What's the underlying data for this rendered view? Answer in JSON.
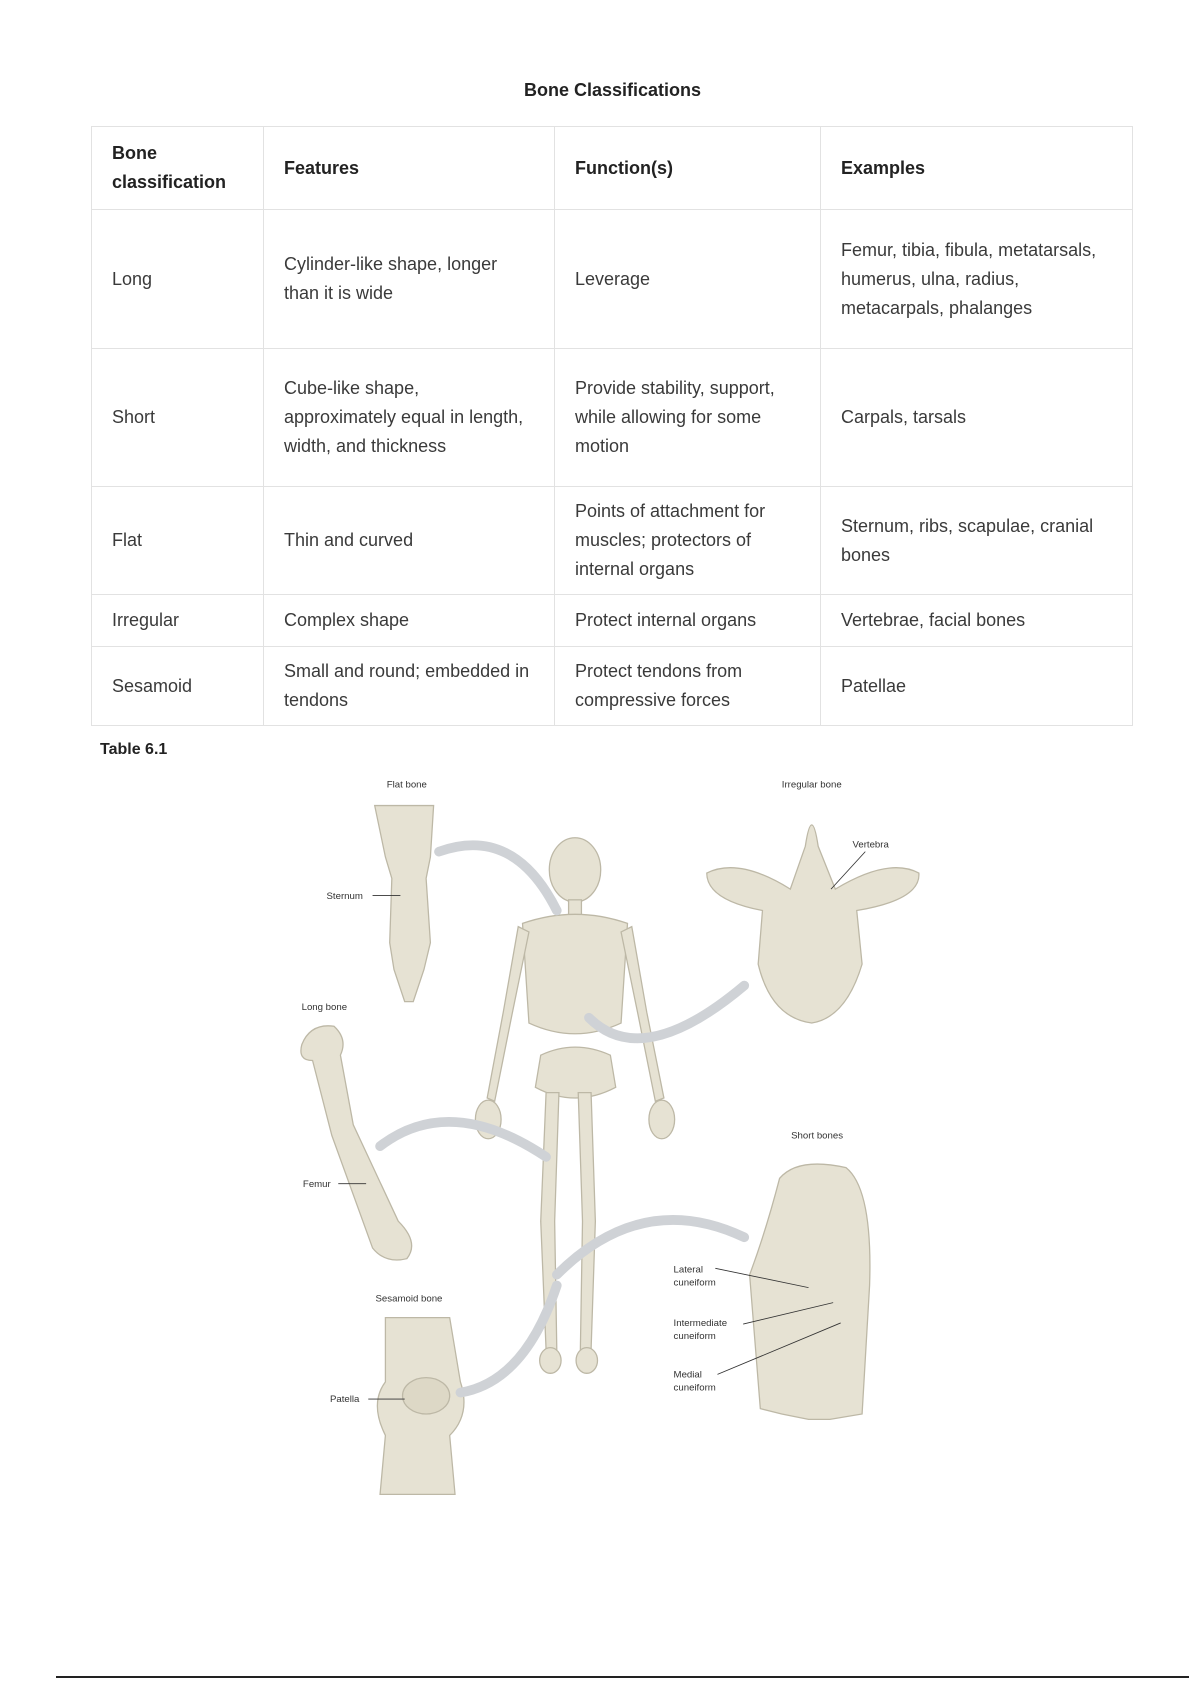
{
  "title": "Bone Classifications",
  "table": {
    "headers": [
      "Bone classification",
      "Features",
      "Function(s)",
      "Examples"
    ],
    "rows": [
      [
        "Long",
        "Cylinder-like shape, longer than it is wide",
        "Leverage",
        "Femur, tibia, fibula, metatarsals, humerus, ulna, radius, metacarpals, phalanges"
      ],
      [
        "Short",
        "Cube-like shape, approximately equal in length, width, and thickness",
        "Provide stability, support, while allowing for some motion",
        "Carpals, tarsals"
      ],
      [
        "Flat",
        "Thin and curved",
        "Points of attachment for muscles; protectors of internal organs",
        "Sternum, ribs, scapulae, cranial bones"
      ],
      [
        "Irregular",
        "Complex shape",
        "Protect internal organs",
        "Vertebrae, facial bones"
      ],
      [
        "Sesamoid",
        "Small and round; embedded in tendons",
        "Protect tendons from compressive forces",
        "Patellae"
      ]
    ]
  },
  "caption": "Table 6.1",
  "figure": {
    "labels": {
      "flat_bone": "Flat bone",
      "irregular_bone": "Irregular bone",
      "vertebra": "Vertebra",
      "sternum": "Sternum",
      "long_bone": "Long bone",
      "femur": "Femur",
      "short_bones": "Short bones",
      "lateral_1": "Lateral",
      "lateral_2": "cuneiform",
      "intermediate_1": "Intermediate",
      "intermediate_2": "cuneiform",
      "medial_1": "Medial",
      "medial_2": "cuneiform",
      "sesamoid_bone": "Sesamoid bone",
      "patella": "Patella"
    },
    "colors": {
      "bone": "#e6e2d3",
      "bone_outline": "#bdb8a6",
      "arrow": "#d3d5d8"
    }
  }
}
